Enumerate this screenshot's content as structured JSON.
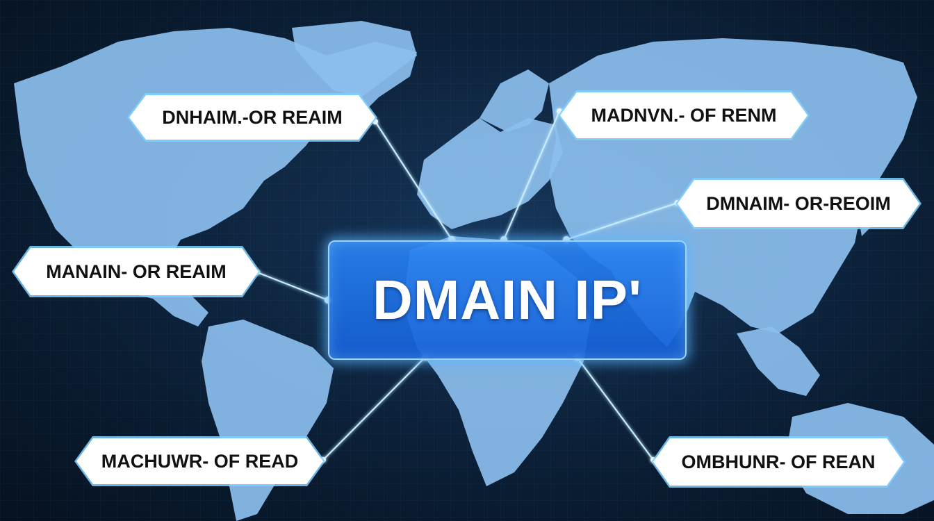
{
  "center": {
    "title": "DMAIN IP'"
  },
  "labels": [
    {
      "id": "top-left",
      "text": "DNHAIM.-OR REAIM"
    },
    {
      "id": "top-right",
      "text": "MADNVN.- OF RENM"
    },
    {
      "id": "mid-right",
      "text": "DMNAIM- OR-REOIM"
    },
    {
      "id": "mid-left",
      "text": "MANAIN- OR REAIM"
    },
    {
      "id": "bottom-left",
      "text": "MACHUWR- OF READ"
    },
    {
      "id": "bottom-right",
      "text": "OMBHUNR- OF REAN"
    }
  ],
  "colors": {
    "background": "#0b1f36",
    "landmass": "#8fc1ef",
    "connector": "#bfe6ff",
    "center_box": "#1f7ae6",
    "label_fill": "#ffffff"
  }
}
